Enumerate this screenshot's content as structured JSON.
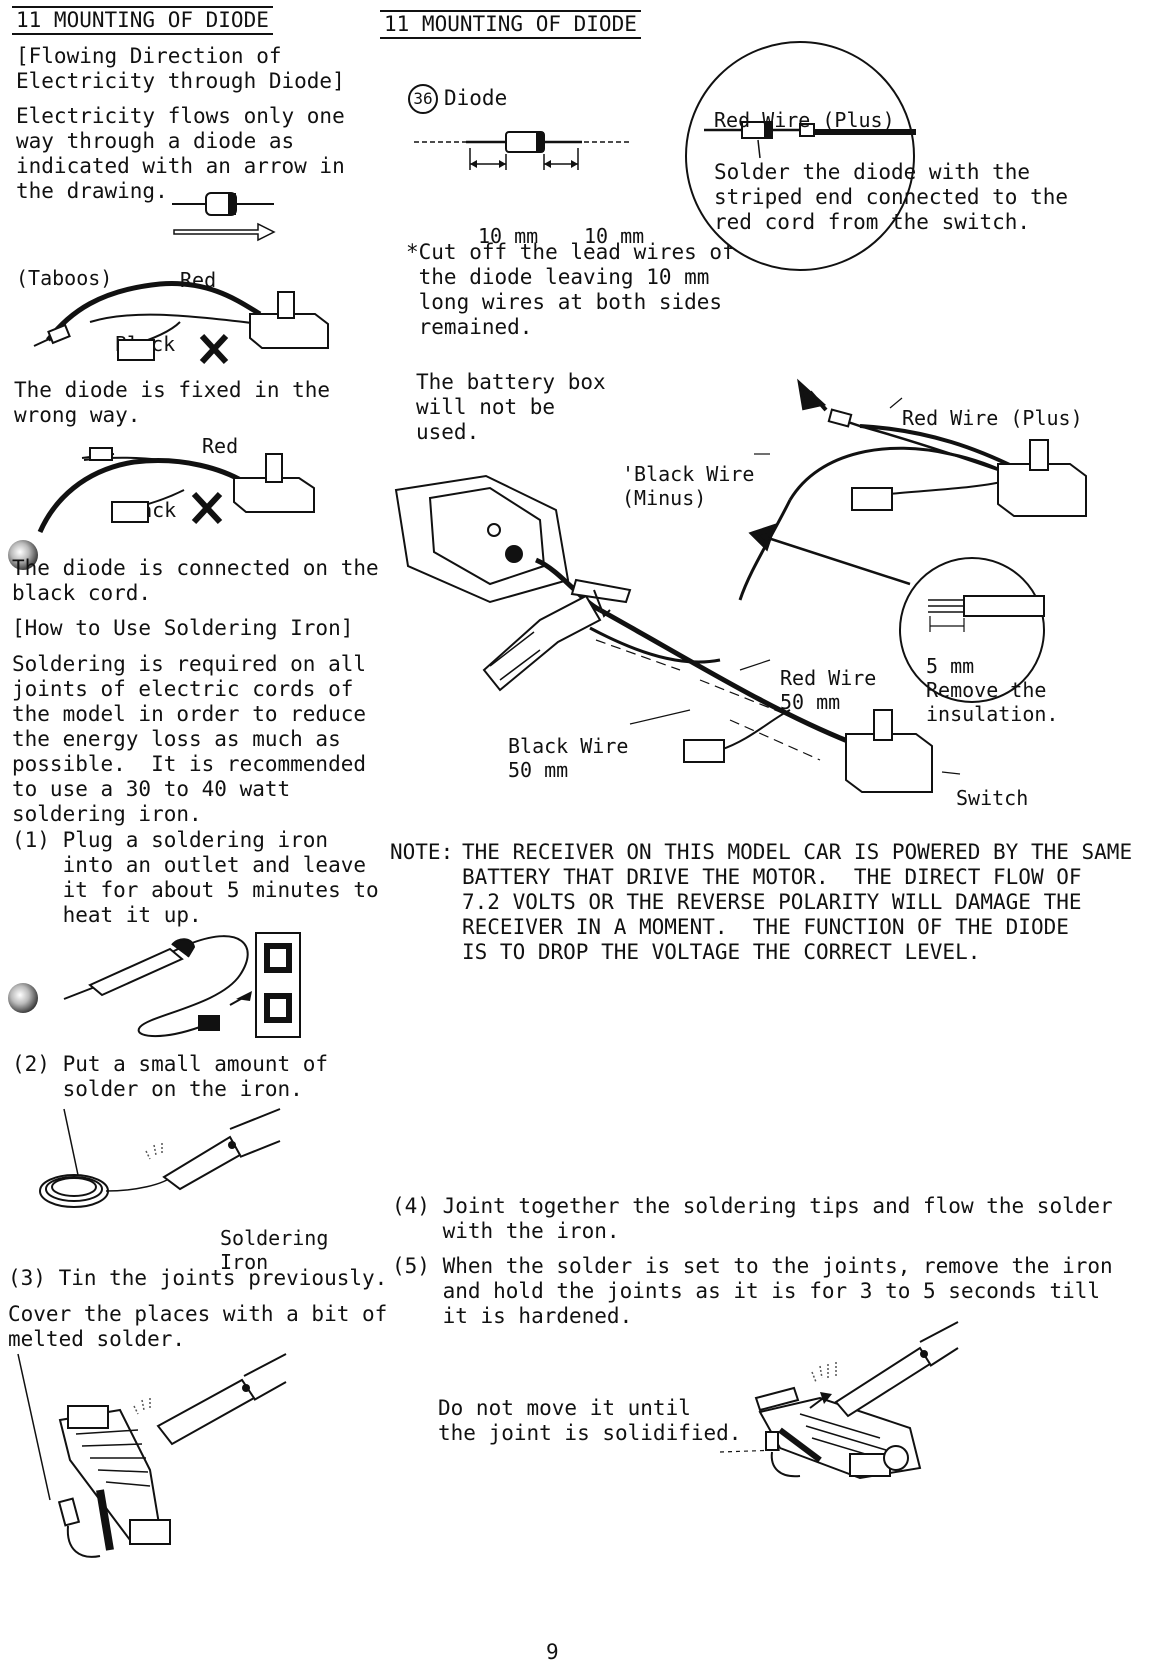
{
  "left": {
    "header": "11 MOUNTING OF DIODE",
    "flow_title": "[Flowing Direction of\nElectricity through Diode]",
    "flow_text": "Electricity flows only one\nway through a diode as\nindicated with an arrow in\nthe drawing.",
    "taboos_label": "(Taboos)",
    "red_label": "Red",
    "black_label": "Black",
    "wrong_way_text": "The diode is fixed in the\nwrong way.",
    "red_label_2": "Red",
    "black_label_2": "Black",
    "black_cord_text": "The diode is connected on the\nblack cord.",
    "iron_title": "[How to Use Soldering Iron]",
    "iron_text": "Soldering is required on all\njoints of electric cords of\nthe model in order to reduce\nthe energy loss as much as\npossible.  It is recommended\nto use a 30 to 40 watt\nsoldering iron.",
    "step1": "(1) Plug a soldering iron\n    into an outlet and leave\n    it for about 5 minutes to\n    heat it up.",
    "step2": "(2) Put a small amount of\n    solder on the iron.",
    "soldering_iron_label": "Soldering\nIron",
    "step3": "(3) Tin the joints previously.",
    "cover_text": "Cover the places with a bit of\nmelted solder."
  },
  "right": {
    "header": "11 MOUNTING OF DIODE",
    "part_number": "36",
    "diode_label": "Diode",
    "dim_left": "10 mm",
    "dim_right": "10 mm",
    "cut_note": "*Cut off the lead wires of\n the diode leaving 10 mm\n long wires at both sides\n remained.",
    "circle_title": "Red Wire (Plus)",
    "circle_text": "Solder the diode with the\nstriped end connected to the\nred cord from the switch.",
    "battery_note": "The battery box\nwill not be\nused.",
    "red_wire_plus": "Red Wire (Plus)",
    "black_wire_minus": "'Black Wire\n(Minus)",
    "strip_mm": "5 mm",
    "strip_text": "Remove the\ninsulation.",
    "red_wire_50": "Red Wire\n50 mm",
    "black_wire_50": "Black Wire\n50 mm",
    "switch_label": "Switch",
    "note_label": "NOTE:",
    "note_text": "THE RECEIVER ON THIS MODEL CAR IS POWERED BY THE SAME\nBATTERY THAT DRIVE THE MOTOR.  THE DIRECT FLOW OF\n7.2 VOLTS OR THE REVERSE POLARITY WILL DAMAGE THE\nRECEIVER IN A MOMENT.  THE FUNCTION OF THE DIODE\nIS TO DROP THE VOLTAGE THE CORRECT LEVEL.",
    "step4": "(4) Joint together the soldering tips and flow the solder\n    with the iron.",
    "step5": "(5) When the solder is set to the joints, remove the iron\n    and hold the joints as it is for 3 to 5 seconds till\n    it is hardened.",
    "do_not_move": "Do not move it until\nthe joint is solidified."
  },
  "page_number": "9"
}
